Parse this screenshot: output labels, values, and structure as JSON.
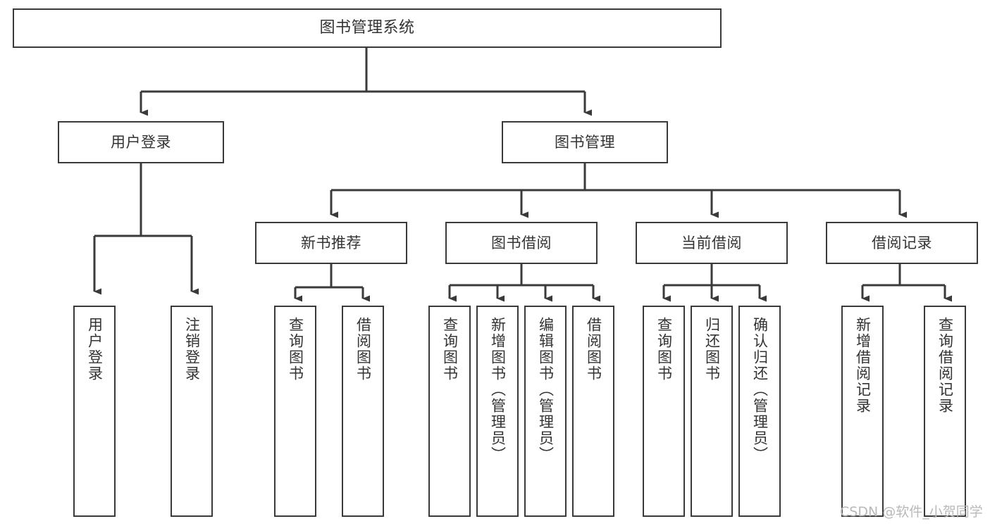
{
  "diagram": {
    "title": "图书管理系统",
    "type": "tree-hierarchy",
    "orientation": "top-down",
    "edge_color": "#3a3a3a",
    "box_border_color": "#3a3a3a",
    "box_fill_color": "#ffffff",
    "text_color": "#333333",
    "background_color": "#ffffff"
  },
  "nodes": {
    "root": {
      "label": "图书管理系统"
    },
    "level1": [
      {
        "label": "用户登录"
      },
      {
        "label": "图书管理"
      }
    ],
    "level2": [
      {
        "label": "新书推荐"
      },
      {
        "label": "图书借阅"
      },
      {
        "label": "当前借阅"
      },
      {
        "label": "借阅记录"
      }
    ],
    "leaves": {
      "user_login": [
        {
          "label": "用户登录"
        },
        {
          "label": "注销登录"
        }
      ],
      "new_book_recommend": [
        {
          "label": "查询图书"
        },
        {
          "label": "借阅图书"
        }
      ],
      "book_borrow": [
        {
          "label": "查询图书"
        },
        {
          "label": "新增图书（管理员）"
        },
        {
          "label": "编辑图书（管理员）"
        },
        {
          "label": "借阅图书"
        }
      ],
      "current_borrow": [
        {
          "label": "查询图书"
        },
        {
          "label": "归还图书"
        },
        {
          "label": "确认归还（管理员）"
        }
      ],
      "borrow_record": [
        {
          "label": "新增借阅记录"
        },
        {
          "label": "查询借阅记录"
        }
      ]
    }
  },
  "watermark": {
    "text": "CSDN @软件_小贺同学"
  }
}
